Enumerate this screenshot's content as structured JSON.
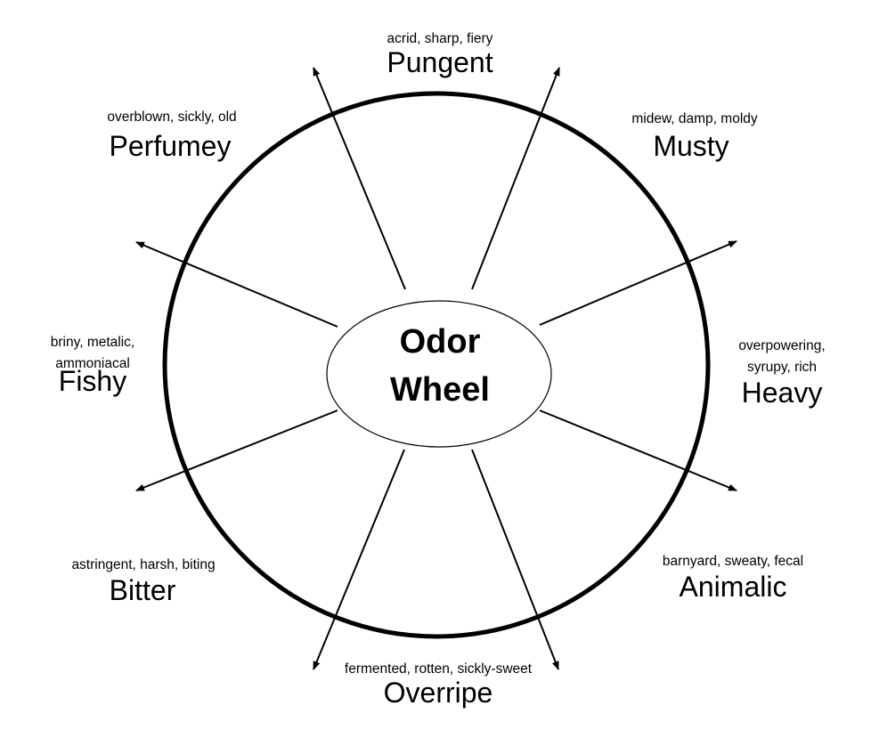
{
  "title": {
    "line1": "Odor",
    "line2": "Wheel"
  },
  "categories": [
    {
      "name": "Pungent",
      "descriptors": [
        "acrid, sharp, fiery"
      ]
    },
    {
      "name": "Musty",
      "descriptors": [
        "midew, damp, moldy"
      ]
    },
    {
      "name": "Heavy",
      "descriptors": [
        "overpowering,",
        "syrupy, rich"
      ]
    },
    {
      "name": "Animalic",
      "descriptors": [
        "barnyard, sweaty, fecal"
      ]
    },
    {
      "name": "Overripe",
      "descriptors": [
        "fermented, rotten, sickly-sweet"
      ]
    },
    {
      "name": "Bitter",
      "descriptors": [
        "astringent, harsh, biting"
      ]
    },
    {
      "name": "Fishy",
      "descriptors": [
        "briny, metalic,",
        "ammoniacal"
      ]
    },
    {
      "name": "Perfumey",
      "descriptors": [
        "overblown, sickly, old"
      ]
    }
  ],
  "colors": {
    "stroke": "#000000",
    "background": "#ffffff"
  }
}
